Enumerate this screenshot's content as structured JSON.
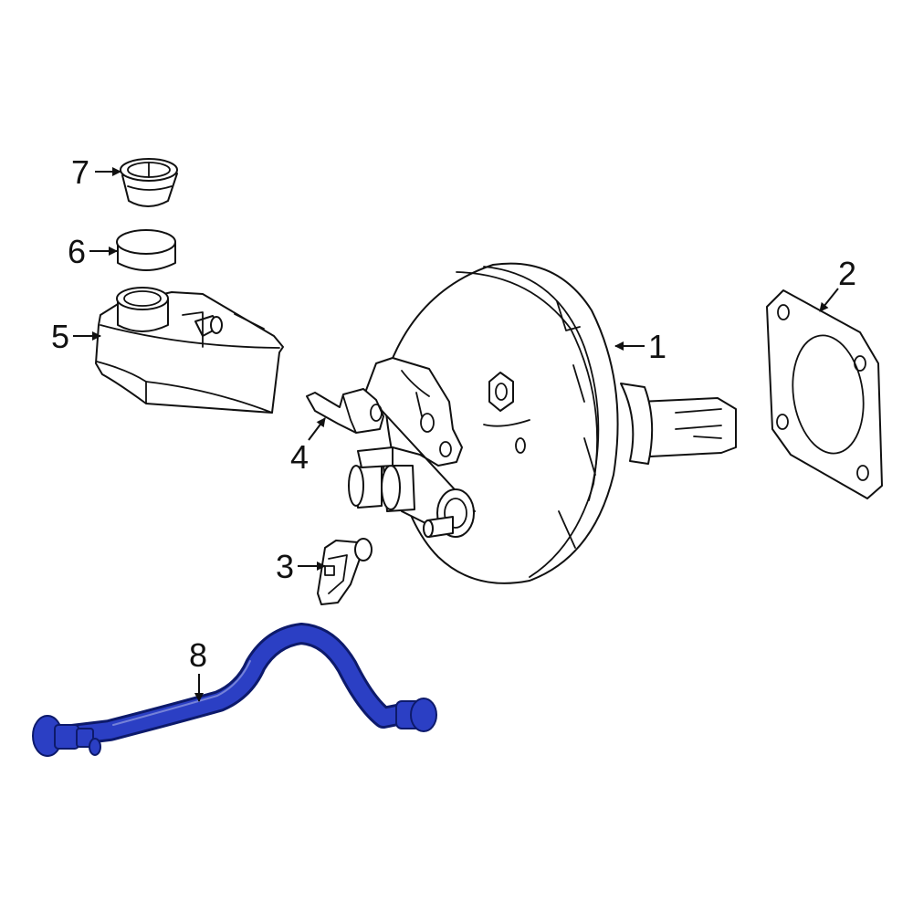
{
  "colors": {
    "line": "#111111",
    "background": "#ffffff",
    "highlight": "#2b3fc4",
    "highlight_outline": "#0d1a6b"
  },
  "callouts": [
    {
      "id": "1",
      "label": "1"
    },
    {
      "id": "2",
      "label": "2"
    },
    {
      "id": "3",
      "label": "3"
    },
    {
      "id": "4",
      "label": "4"
    },
    {
      "id": "5",
      "label": "5"
    },
    {
      "id": "6",
      "label": "6"
    },
    {
      "id": "7",
      "label": "7"
    },
    {
      "id": "8",
      "label": "8"
    }
  ],
  "highlighted_part": "8"
}
